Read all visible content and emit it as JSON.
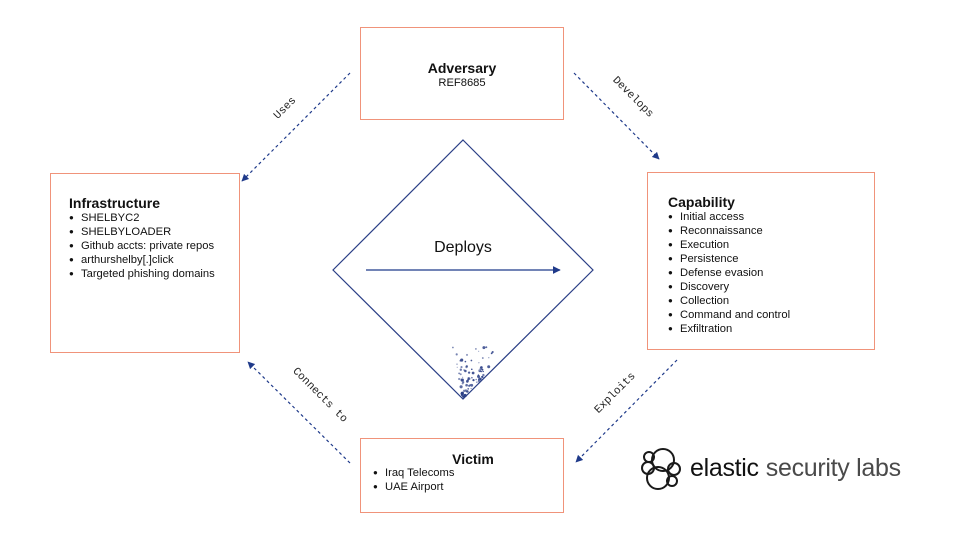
{
  "diagram": {
    "title": "Diamond Model",
    "colors": {
      "box_border": "#f0937a",
      "arrow": "#1f3a8a",
      "diamond": "#2b3f86",
      "text": "#111111"
    },
    "nodes": {
      "adversary": {
        "title": "Adversary",
        "subtitle": "REF8685"
      },
      "infrastructure": {
        "title": "Infrastructure",
        "items": [
          "SHELBYC2",
          "SHELBYLOADER",
          "Github accts: private repos",
          "arthurshelby[.]click",
          "Targeted phishing domains"
        ]
      },
      "capability": {
        "title": "Capability",
        "items": [
          "Initial access",
          "Reconnaissance",
          "Execution",
          "Persistence",
          "Defense evasion",
          "Discovery",
          "Collection",
          "Command and control",
          "Exfiltration"
        ]
      },
      "victim": {
        "title": "Victim",
        "items": [
          "Iraq Telecoms",
          "UAE Airport"
        ]
      }
    },
    "edges": {
      "uses": "Uses",
      "develops": "Develops",
      "connects_to": "Connects to",
      "exploits": "Exploits",
      "deploys": "Deploys"
    }
  },
  "logo": {
    "icon": "elastic-cluster-icon",
    "brand": "elastic",
    "product": "security labs"
  }
}
